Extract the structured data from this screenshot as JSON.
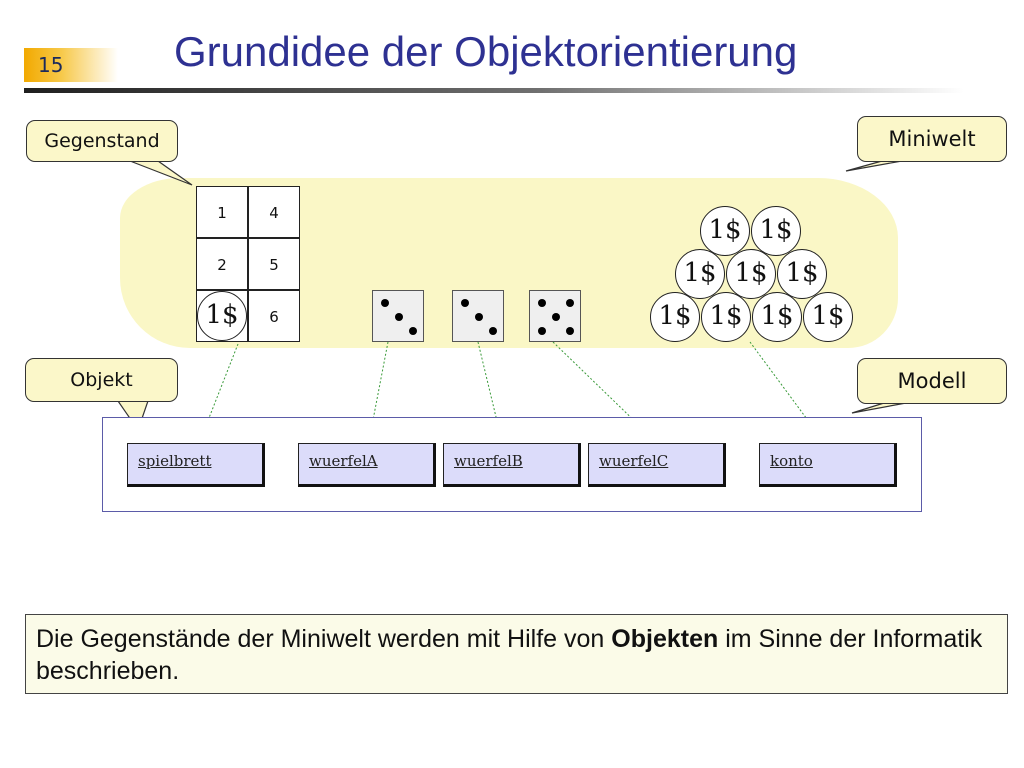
{
  "slide": {
    "number": "15",
    "title": "Grundidee der Objektorientierung"
  },
  "callouts": {
    "gegenstand": "Gegenstand",
    "miniwelt": "Miniwelt",
    "objekt": "Objekt",
    "modell": "Modell"
  },
  "board": {
    "cells": [
      "1",
      "4",
      "2",
      "5",
      "6"
    ],
    "coin_on_board": "1$"
  },
  "dice": [
    {
      "value": 3
    },
    {
      "value": 3
    },
    {
      "value": 5
    }
  ],
  "coins": [
    "1$",
    "1$",
    "1$",
    "1$",
    "1$",
    "1$",
    "1$",
    "1$",
    "1$"
  ],
  "objects": [
    "spielbrett",
    "wuerfelA",
    "wuerfelB",
    "wuerfelC",
    "konto"
  ],
  "summary": {
    "before": "Die Gegenstände der Miniwelt werden mit Hilfe von ",
    "bold": "Objekten",
    "after": " im Sinne der Informatik beschrieben."
  },
  "colors": {
    "title": "#2e3192",
    "miniwelt_background": "#faf7c6",
    "object_fill": "#dcdcfa",
    "connector": "#3a9a3a"
  }
}
